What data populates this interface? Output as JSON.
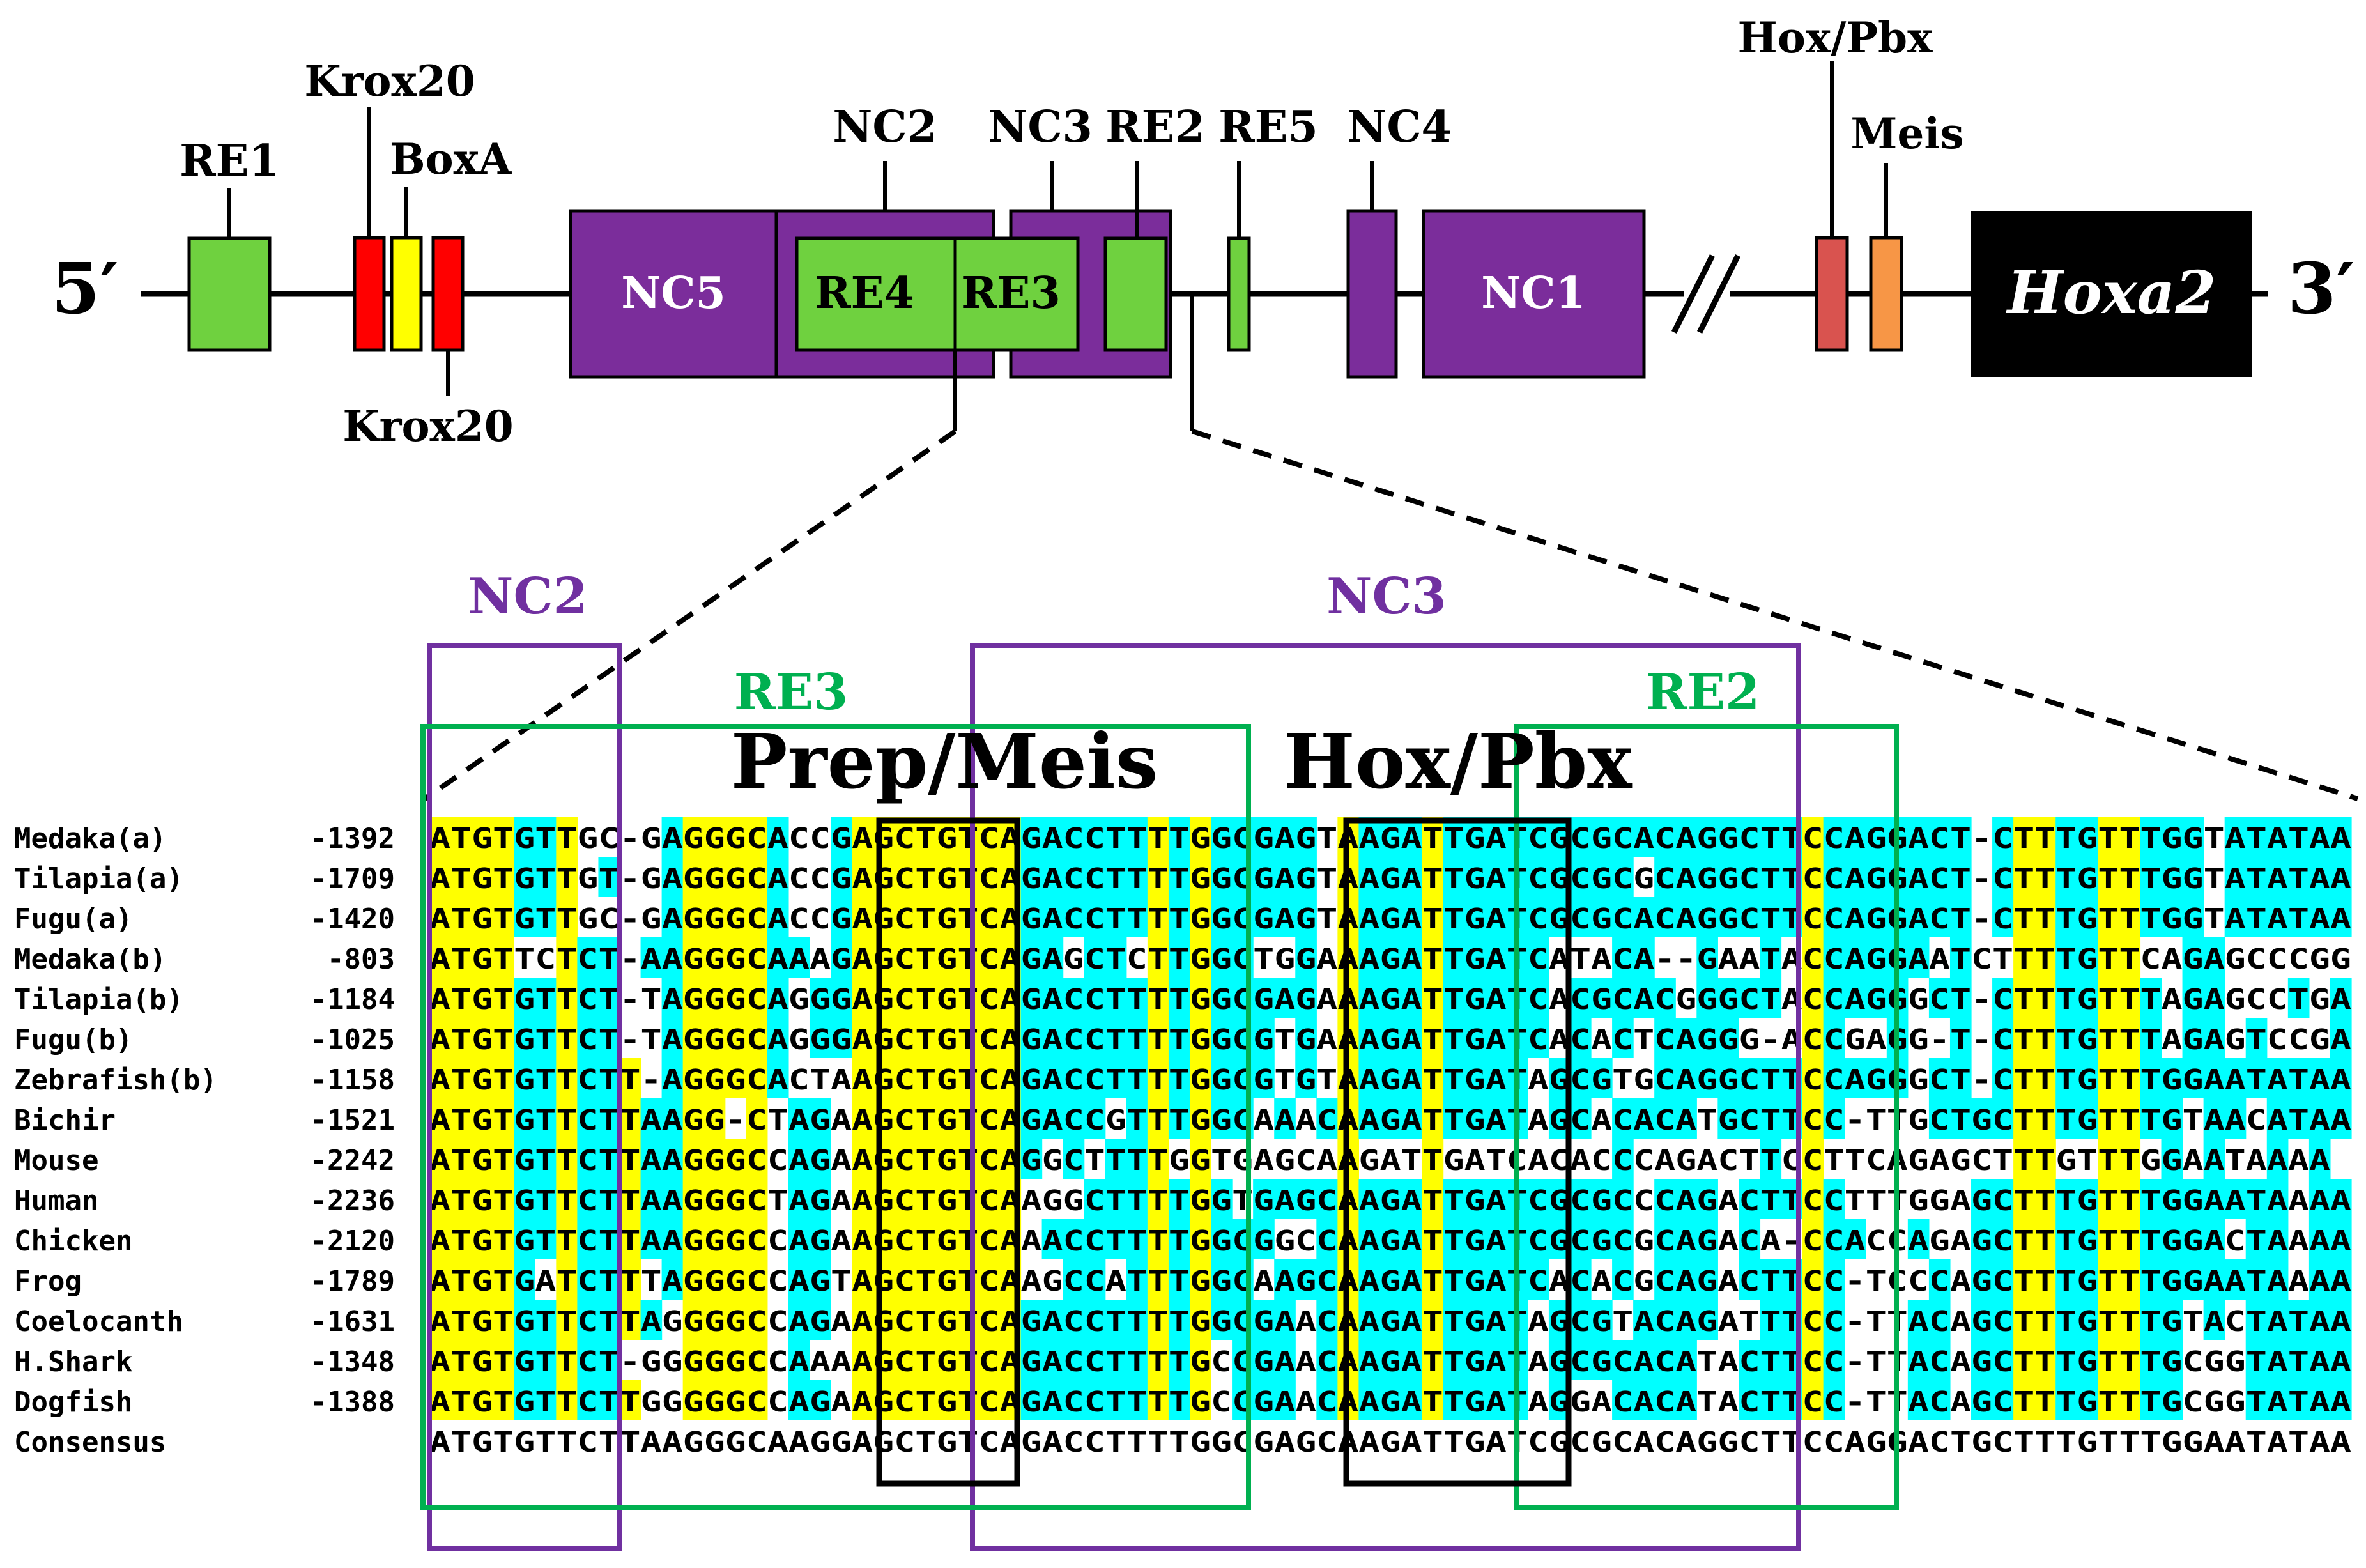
{
  "gene_map": {
    "end5": "5′",
    "end3": "3′",
    "gene": "Hoxa2",
    "elements": {
      "re1": "RE1",
      "krox20_top": "Krox20",
      "boxa": "BoxA",
      "krox20_bottom": "Krox20",
      "nc5": "NC5",
      "re4": "RE4",
      "re3": "RE3",
      "nc2": "NC2",
      "nc3": "NC3",
      "re2": "RE2",
      "re5": "RE5",
      "nc4": "NC4",
      "nc1": "NC1",
      "hox_pbx": "Hox/Pbx",
      "meis": "Meis"
    },
    "break_symbol": "//"
  },
  "colors": {
    "purple": "#7b2d9b",
    "green": "#6fd13f",
    "red": "#ff0000",
    "yellow": "#ffff00",
    "salmon": "#d9534f",
    "orange": "#f79646",
    "black": "#000000",
    "cyan": "#00ffff",
    "bright_yellow": "#ffff00",
    "box_purple": "#7030a0",
    "box_green": "#00b050"
  },
  "alignment": {
    "labels": {
      "nc2": "NC2",
      "nc3": "NC3",
      "re3": "RE3",
      "re2": "RE2",
      "prep_meis": "Prep/Meis",
      "hox_pbx": "Hox/Pbx"
    },
    "rows": [
      {
        "species": "Medaka(a)",
        "pos": "-1392",
        "seq": "ATGTGTTGC-GAGGGCACCGAGCTGTCAGACCTTTTGGCGAGTAAGATTGATCGCGCACAGGCTTCCAGGACT-CTTTGTTTGGTATATAA"
      },
      {
        "species": "Tilapia(a)",
        "pos": "-1709",
        "seq": "ATGTGTTGT-GAGGGCACCGAGCTGTCAGACCTTTTGGCGAGTAAGATTGATCGCGCGCAGGCTTCCAGGACT-CTTTGTTTGGTATATAA"
      },
      {
        "species": "Fugu(a)",
        "pos": "-1420",
        "seq": "ATGTGTTGC-GAGGGCACCGAGCTGTCAGACCTTTTGGCGAGTAAGATTGATCGCGCACAGGCTTCCAGGACT-CTTTGTTTGGTATATAA"
      },
      {
        "species": "Medaka(b)",
        "pos": "-803",
        "seq": "ATGTTCTCT-AAGGGCAAAGAGCTGTCAGAGCTCTTGGCTGGAAAGATTGATCATACA--GAATACCAGGAATCTTTTGTTCAGAGCCCGG"
      },
      {
        "species": "Tilapia(b)",
        "pos": "-1184",
        "seq": "ATGTGTTCT-TAGGGCAGGGAGCTGTCAGACCTTTTGGCGAGAAAGATTGATCACGCACGGGCTACCAGGGCT-CTTTGTTTAGAGCCTGA"
      },
      {
        "species": "Fugu(b)",
        "pos": "-1025",
        "seq": "ATGTGTTCT-TAGGGCAGGGAGCTGTCAGACCTTTTGGCGTGAAAGATTGATCACACTCAGGG-ACCGAGG-T-CTTTGTTTAGAGTCCGA"
      },
      {
        "species": "Zebrafish(b)",
        "pos": "-1158",
        "seq": "ATGTGTTCTT-AGGGCACTAAGCTGTCAGACCTTTTGGCGTGTAAGATTGATAGCGTGCAGGCTTCCAGGGCT-CTTTGTTTGGAATATAA"
      },
      {
        "species": "Bichir",
        "pos": "-1521",
        "seq": "ATGTGTTCTTAAGG-CTAGAAGCTGTCAGACCGTTTGGCAAACAAGATTGATAGCACACATGCTTCC-TTGCTGCTTTGTTTGTAACATAA"
      },
      {
        "species": "Mouse",
        "pos": "-2242",
        "seq": "ATGTGTTCTTAAGGGCCAGAAGCTGTCAGGCTTTTGGTGAGCAAGATTGATCACACCCAGACTTCCTTCAGAGCTTTGTTTGGAATAAAA"
      },
      {
        "species": "Human",
        "pos": "-2236",
        "seq": "ATGTGTTCTTAAGGGCTAGAAGCTGTCAAGGCTTTTGGTGAGCAAGATTGATCGCGCCCAGACTTCCTTTGGAGCTTTGTTTGGAATAAAA"
      },
      {
        "species": "Chicken",
        "pos": "-2120",
        "seq": "ATGTGTTCTTAAGGGCCAGAAGCTGTCAAACCTTTTGGCGGCCAAGATTGATCGCGCGCAGACA-CCACCAGAGCTTTGTTTGGACTAAAA"
      },
      {
        "species": "Frog",
        "pos": "-1789",
        "seq": "ATGTGATCTTTAGGGCCAGTAGCTGTCAAGCCATTTGGCAAGCAAGATTGATCACACGCAGACTTCC-TCCCAGCTTTGTTTGGAATAAAA"
      },
      {
        "species": "Coelocanth",
        "pos": "-1631",
        "seq": "ATGTGTTCTTAGGGGCCAGAAGCTGTCAGACCTTTTGGCGAACAAGATTGATAGCGTACAGATTTCC-TTACAGCTTTGTTTGTACTATAA"
      },
      {
        "species": "H.Shark",
        "pos": "-1348",
        "seq": "ATGTGTTCT-GGGGGCCAAAAGCTGTCAGACCTTTTGCCGAACAAGATTGATAGCGCACATACTTCC-TTACAGCTTTGTTTGCGGTATAA"
      },
      {
        "species": "Dogfish",
        "pos": "-1388",
        "seq": "ATGTGTTCTTGGGGGCCAGAAGCTGTCAGACCTTTTGCCGAACAAGATTGATAGGACACATACTTCC-TTACAGCTTTGTTTGCGGTATAA"
      },
      {
        "species": "Consensus",
        "pos": "",
        "seq": "ATGTGTTCTTAAGGGCAAGGAGCTGTCAGACCTTTTGGCGAGCAAGATTGATCGCGCACAGGCTTCCAGGACTGCTTTGTTTGGAATATAA"
      }
    ]
  }
}
